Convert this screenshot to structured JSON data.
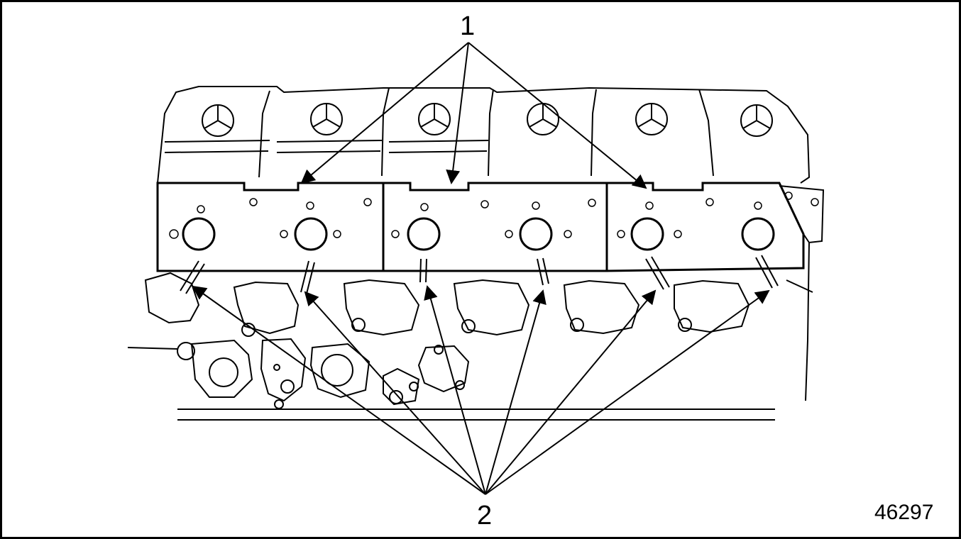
{
  "figure": {
    "callouts": [
      {
        "label": "1"
      },
      {
        "label": "2"
      }
    ],
    "figure_number": "46297"
  },
  "icons": [
    "mercedes-star-icon"
  ],
  "colors": {
    "line": "#000000",
    "background": "#ffffff"
  }
}
